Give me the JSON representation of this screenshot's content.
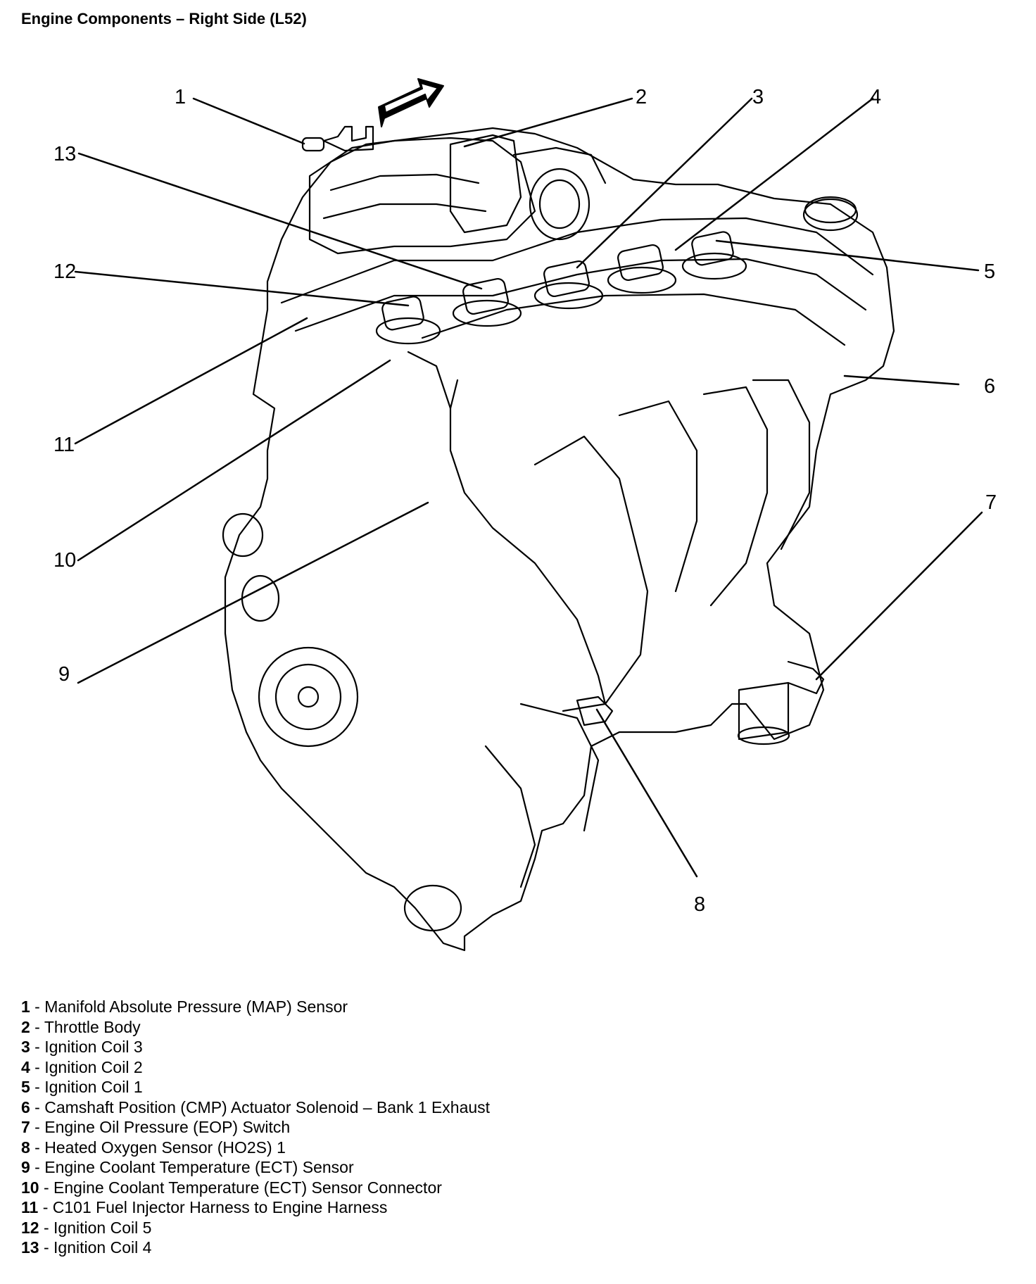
{
  "title": "Engine Components – Right Side (L52)",
  "callouts": [
    "1",
    "2",
    "3",
    "4",
    "5",
    "6",
    "7",
    "8",
    "9",
    "10",
    "11",
    "12",
    "13"
  ],
  "legend": [
    {
      "num": "1",
      "sep": " - ",
      "text": "Manifold Absolute Pressure (MAP) Sensor"
    },
    {
      "num": "2",
      "sep": " - ",
      "text": "Throttle Body"
    },
    {
      "num": "3",
      "sep": " - ",
      "text": "Ignition Coil 3"
    },
    {
      "num": "4",
      "sep": " - ",
      "text": "Ignition Coil 2"
    },
    {
      "num": "5",
      "sep": " - ",
      "text": "Ignition Coil 1"
    },
    {
      "num": "6",
      "sep": " - ",
      "text": "Camshaft Position (CMP) Actuator Solenoid – Bank 1 Exhaust"
    },
    {
      "num": "7",
      "sep": " - ",
      "text": "Engine Oil Pressure (EOP) Switch"
    },
    {
      "num": "8",
      "sep": " - ",
      "text": "Heated Oxygen Sensor (HO2S) 1"
    },
    {
      "num": "9",
      "sep": " - ",
      "text": "Engine Coolant Temperature (ECT) Sensor"
    },
    {
      "num": "10",
      "sep": " - ",
      "text": "Engine Coolant Temperature (ECT) Sensor Connector"
    },
    {
      "num": "11",
      "sep": " - ",
      "text": "C101 Fuel Injector Harness to Engine Harness"
    },
    {
      "num": "12",
      "sep": " - ",
      "text": "Ignition Coil 5"
    },
    {
      "num": "13",
      "sep": " - ",
      "text": "Ignition Coil 4"
    }
  ]
}
